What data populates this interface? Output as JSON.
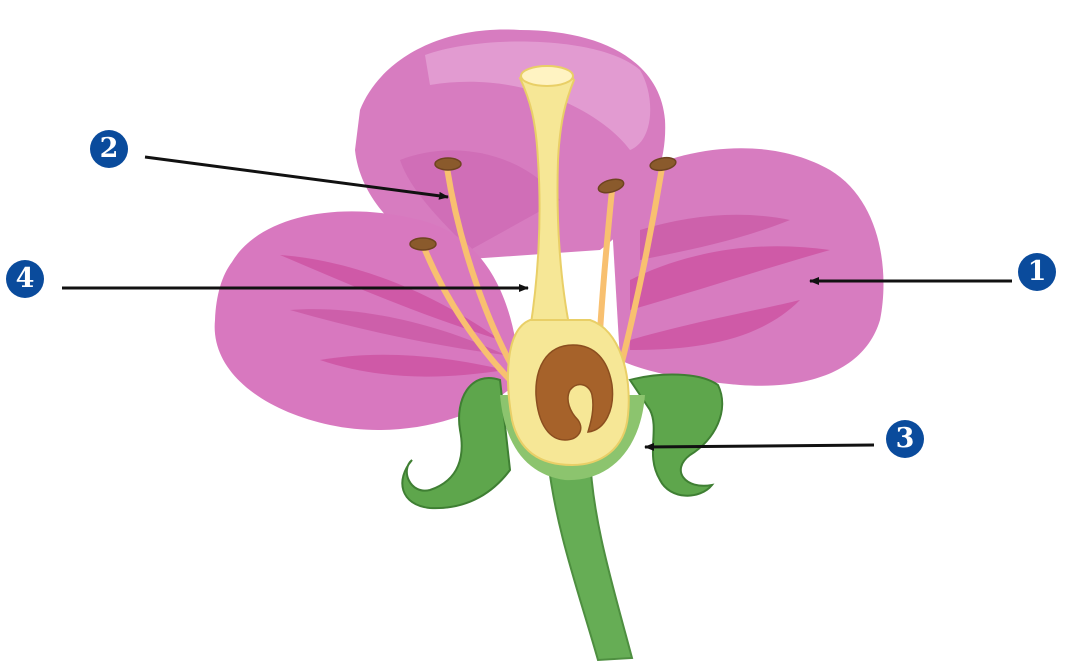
{
  "colors": {
    "marker": "#0a4b9c",
    "petal": "#d77cc0",
    "petal_vein": "#cc4f9f",
    "pistil": "#f6e796",
    "ovary_cavity": "#a6622a",
    "stamen_filament": "#f8c070",
    "anther": "#8a5a2c",
    "sepal": "#5ea64c",
    "stem": "#66ad55",
    "arrow": "#111111"
  },
  "markers": [
    {
      "number": "1",
      "icon": "circled-number"
    },
    {
      "number": "2",
      "icon": "circled-number"
    },
    {
      "number": "3",
      "icon": "circled-number"
    },
    {
      "number": "4",
      "icon": "circled-number"
    }
  ]
}
